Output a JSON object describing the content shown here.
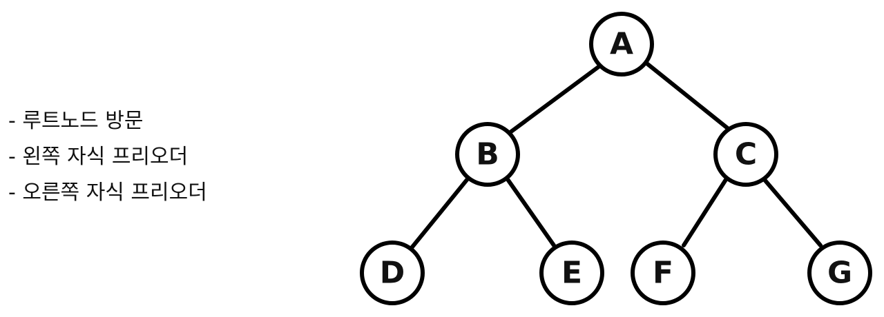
{
  "notes": [
    "- 루트노드 방문",
    "- 왼쪽 자식 프리오더",
    "- 오른쪽 자식 프리오더"
  ],
  "tree": {
    "nodes": [
      "A",
      "B",
      "C",
      "D",
      "E",
      "F",
      "G"
    ],
    "edges": [
      [
        "A",
        "B"
      ],
      [
        "A",
        "C"
      ],
      [
        "B",
        "D"
      ],
      [
        "B",
        "E"
      ],
      [
        "C",
        "F"
      ],
      [
        "C",
        "G"
      ]
    ]
  }
}
